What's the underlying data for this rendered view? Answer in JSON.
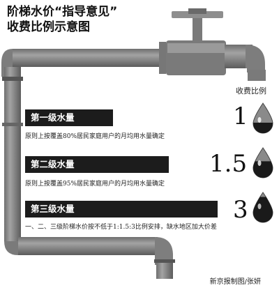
{
  "title": {
    "line1": "阶梯水价“指导意见”",
    "line2": "收费比例示意图"
  },
  "ratio_label": "收费比例",
  "tiers": [
    {
      "name": "第一级水量",
      "description": "原则上按覆盖80%居民家庭用户的月均用水量确定",
      "ratio": "1",
      "fill_fraction": 0.35
    },
    {
      "name": "第二级水量",
      "description": "原则上按覆盖95%居民家庭用户的月均用水量确定",
      "ratio": "1.5",
      "fill_fraction": 0.55
    },
    {
      "name": "第三级水量",
      "description": "一、二、三级阶梯水价按不低于1:1.5:3比例安排，缺水地区加大价差",
      "ratio": "3",
      "fill_fraction": 0.85
    }
  ],
  "credit": "新京报制图/张妍",
  "colors": {
    "pipe": "#8a8a8a",
    "pipe_dark": "#5f5f5f",
    "bar": "#1c1c1c",
    "drop_dark": "#1a1a1a",
    "drop_light": "#7a7a7a"
  }
}
